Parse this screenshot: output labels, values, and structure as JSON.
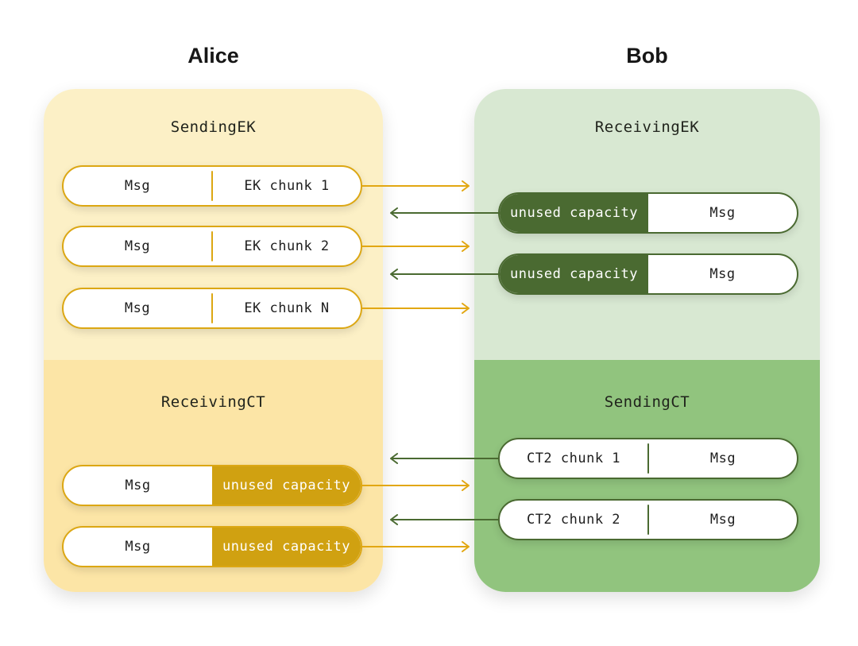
{
  "colors": {
    "page_bg": "#FFFFFF",
    "alice_light": "#FCF0C6",
    "alice_medium": "#FCE5A6",
    "gold_fill": "#D0A111",
    "gold_stroke": "#DCA713",
    "arrow_yellow": "#E2A712",
    "bob_light": "#D8E8D2",
    "bob_medium": "#91C47E",
    "green_dark": "#4A6A31",
    "text_dark": "#1E1E1E",
    "text_light": "#FFFFFF"
  },
  "alice": {
    "title": "Alice",
    "sending_ek": {
      "label": "SendingEK",
      "pills": [
        {
          "left": "Msg",
          "right": "EK chunk 1"
        },
        {
          "left": "Msg",
          "right": "EK chunk 2"
        },
        {
          "left": "Msg",
          "right": "EK chunk N"
        }
      ]
    },
    "receiving_ct": {
      "label": "ReceivingCT",
      "pills": [
        {
          "left": "Msg",
          "right": "unused capacity"
        },
        {
          "left": "Msg",
          "right": "unused capacity"
        }
      ]
    }
  },
  "bob": {
    "title": "Bob",
    "receiving_ek": {
      "label": "ReceivingEK",
      "pills": [
        {
          "left": "unused capacity",
          "right": "Msg"
        },
        {
          "left": "unused capacity",
          "right": "Msg"
        }
      ]
    },
    "sending_ct": {
      "label": "SendingCT",
      "pills": [
        {
          "left": "CT2 chunk 1",
          "right": "Msg"
        },
        {
          "left": "CT2 chunk 2",
          "right": "Msg"
        }
      ]
    }
  }
}
